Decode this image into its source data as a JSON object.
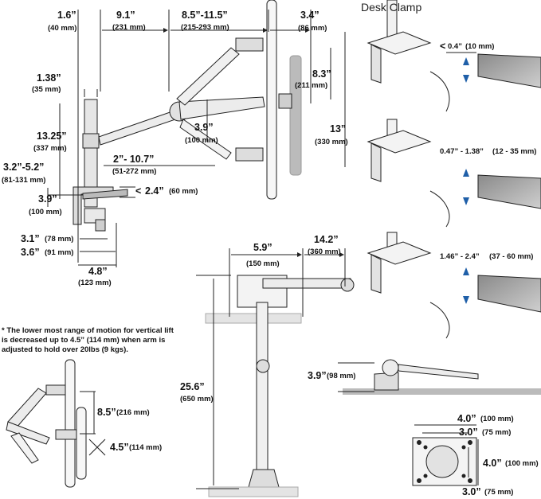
{
  "clamp_title": "Desk Clamp",
  "note": "* The lower most range of motion for vertical lift is decreased up to 4.5” (114 mm)  when arm is adjusted to hold over 20lbs (9 kgs).",
  "side_view": {
    "d_1_6": {
      "main": "1.6”",
      "metric": "(40 mm)"
    },
    "d_9_1": {
      "main": "9.1”",
      "metric": "(231 mm)"
    },
    "d_8_5": {
      "main": "8.5”-11.5”",
      "metric": "(215-293 mm)"
    },
    "d_3_4": {
      "main": "3.4”",
      "metric": "(86 mm)"
    },
    "d_1_38": {
      "main": "1.38”",
      "metric": "(35 mm)"
    },
    "d_8_3": {
      "main": "8.3”",
      "metric": "(211 mm)"
    },
    "d_13_25": {
      "main": "13.25”",
      "metric": "(337 mm)"
    },
    "d_3_9_mid": {
      "main": "3.9”",
      "metric": "(100 mm)"
    },
    "d_13": {
      "main": "13”",
      "metric": "(330 mm)"
    },
    "d_2_10_7": {
      "main": "2”- 10.7”",
      "metric": "(51-272 mm)"
    },
    "d_3_2_5_2": {
      "main": "3.2”-5.2”",
      "metric": "(81-131 mm)"
    },
    "d_2_4": {
      "main": "2.4”",
      "metric": "(60 mm)",
      "prefix": "<"
    },
    "d_3_9_left": {
      "main": "3.9”",
      "metric": "(100 mm)"
    },
    "d_3_1": {
      "main": "3.1”",
      "metric": "(78 mm)"
    },
    "d_3_6": {
      "main": "3.6”",
      "metric": "(91 mm)"
    },
    "d_4_8": {
      "main": "4.8”",
      "metric": "(123 mm)"
    }
  },
  "front_view": {
    "d_5_9": {
      "main": "5.9”",
      "metric": "(150 mm)"
    },
    "d_14_2": {
      "main": "14.2”",
      "metric": "(360 mm)"
    },
    "d_25_6": {
      "main": "25.6”",
      "metric": "(650 mm)"
    }
  },
  "lift_view": {
    "d_8_5": {
      "main": "8.5”",
      "metric": "(216 mm)"
    },
    "d_4_5": {
      "main": "4.5”",
      "metric": "(114 mm)"
    }
  },
  "clamp_ranges": [
    {
      "prefix": "<",
      "main": "0.4”",
      "metric": "(10 mm)"
    },
    {
      "main": "0.47” - 1.38”",
      "metric": "(12 - 35 mm)"
    },
    {
      "main": "1.46” - 2.4”",
      "metric": "(37 - 60 mm)"
    }
  ],
  "clamp_height": {
    "main": "3.9”",
    "metric": "(98 mm)"
  },
  "vesa": {
    "outer_w": {
      "main": "4.0”",
      "metric": "(100 mm)"
    },
    "inner_w": {
      "main": "3.0”",
      "metric": "(75 mm)"
    },
    "outer_h": {
      "main": "4.0”",
      "metric": "(100 mm)"
    },
    "inner_h": {
      "main": "3.0”",
      "metric": "(75 mm)"
    }
  },
  "colors": {
    "line": "#222222",
    "arrow": "#1f5fa8",
    "desk": "#7a7a7a",
    "metal": "#d6d6d6"
  }
}
